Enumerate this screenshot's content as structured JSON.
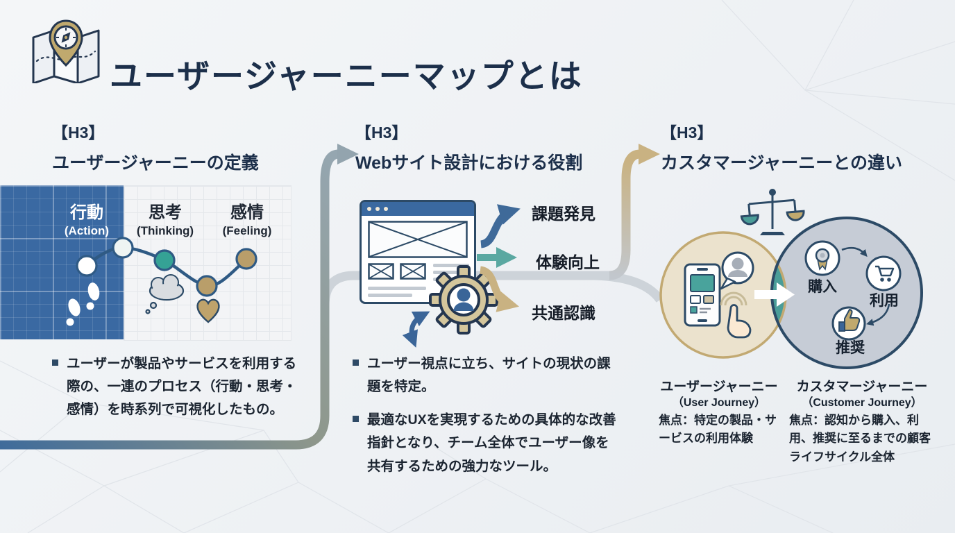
{
  "title": {
    "text": "ユーザージャーニーマップとは",
    "icon": "map-compass-icon"
  },
  "sections": [
    {
      "tag": "【H3】",
      "heading": "ユーザージャーニーの定義",
      "chart": {
        "type": "line",
        "phases": [
          {
            "label": "行動",
            "sub": "(Action)",
            "icon": "footprints-icon"
          },
          {
            "label": "思考",
            "sub": "(Thinking)",
            "icon": "thought-bubble-icon"
          },
          {
            "label": "感情",
            "sub": "(Feeling)",
            "icon": "heart-icon"
          }
        ]
      },
      "bullets": [
        "ユーザーが製品やサービスを利用する際の、一連のプロセス（行動・思考・感情）を時系列で可視化したもの。"
      ]
    },
    {
      "tag": "【H3】",
      "heading": "Webサイト設計における役割",
      "outcomes": [
        {
          "label": "課題発見",
          "color": "#3f6a99"
        },
        {
          "label": "体験向上",
          "color": "#5aa8a1"
        },
        {
          "label": "共通認識",
          "color": "#c9b282"
        }
      ],
      "bullets": [
        "ユーザー視点に立ち、サイトの現状の課題を特定。",
        "最適なUXを実現するための具体的な改善指針となり、チーム全体でユーザー像を共有するための強力なツール。"
      ]
    },
    {
      "tag": "【H3】",
      "heading": "カスタマージャーニーとの違い",
      "venn": {
        "left": {
          "name": "ユーザージャーニー",
          "name_en": "（User Journey）",
          "focus": "焦点：特定の製品・サービスの利用体験"
        },
        "right": {
          "name": "カスタマージャーニー",
          "name_en": "（Customer Journey）",
          "focus": "焦点：認知から購入、利用、推奨に至るまでの顧客ライフサイクル全体",
          "steps": [
            "購入",
            "利用",
            "推奨"
          ]
        }
      }
    }
  ],
  "colors": {
    "navy": "#1c2f4a",
    "blue": "#3a69a0",
    "teal": "#49a39c",
    "tan": "#c0a96e",
    "gray": "#c6ccd6"
  }
}
